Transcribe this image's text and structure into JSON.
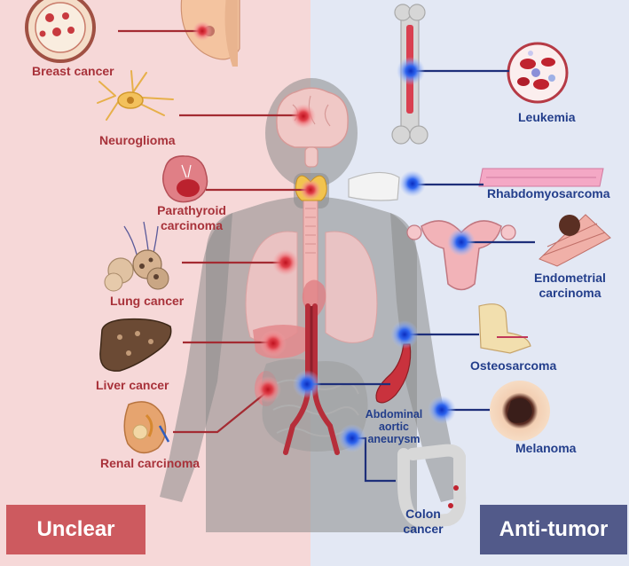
{
  "banners": {
    "left": "Unclear",
    "right": "Anti-tumor"
  },
  "unclear": {
    "breast": "Breast cancer",
    "neuro": "Neuroglioma",
    "parathyroid": "Parathyroid carcinoma",
    "lung": "Lung cancer",
    "liver": "Liver cancer",
    "renal": "Renal carcinoma"
  },
  "antitumor": {
    "leukemia": "Leukemia",
    "rhabdo": "Rhabdomyosarcoma",
    "endometrial": "Endometrial carcinoma",
    "osteo": "Osteosarcoma",
    "aaa": "Abdominal aortic aneurysm",
    "melanoma": "Melanoma",
    "colon": "Colon cancer"
  },
  "colors": {
    "left_bg": "#f6d8d8",
    "right_bg": "#e3e8f4",
    "red_marker": "#d3212f",
    "blue_marker": "#1e4fe0",
    "left_banner": "#cd5a5f",
    "right_banner": "#525a8a"
  }
}
